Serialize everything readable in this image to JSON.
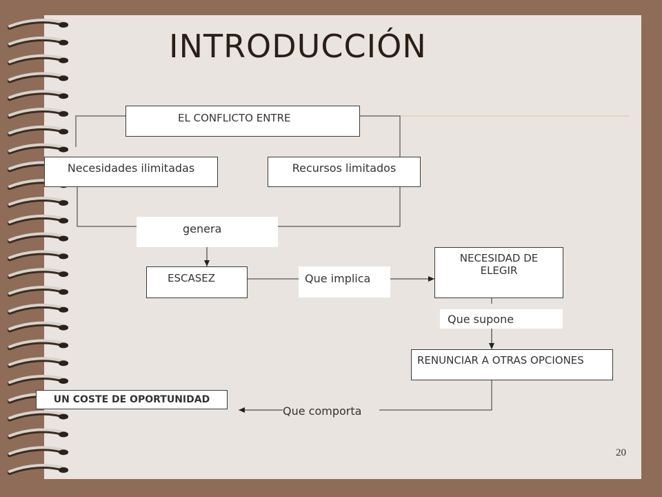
{
  "title": "INTRODUCCIÓN",
  "nodes": {
    "conflicto": "EL CONFLICTO ENTRE",
    "necesidades": "Necesidades ilimitadas",
    "recursos": "Recursos limitados",
    "escasez": "ESCASEZ",
    "necesidad_elegir": "NECESIDAD DE ELEGIR",
    "renunciar": "RENUNCIAR A OTRAS OPCIONES",
    "coste": "UN COSTE DE OPORTUNIDAD"
  },
  "edge_labels": {
    "genera": "genera",
    "implica": "Que implica",
    "supone": "Que supone",
    "comporta": "Que comporta"
  },
  "page_number": "20",
  "colors": {
    "background": "#8e6c58",
    "slide": "#e9e4df",
    "title_rule": "#d8c8a0"
  }
}
